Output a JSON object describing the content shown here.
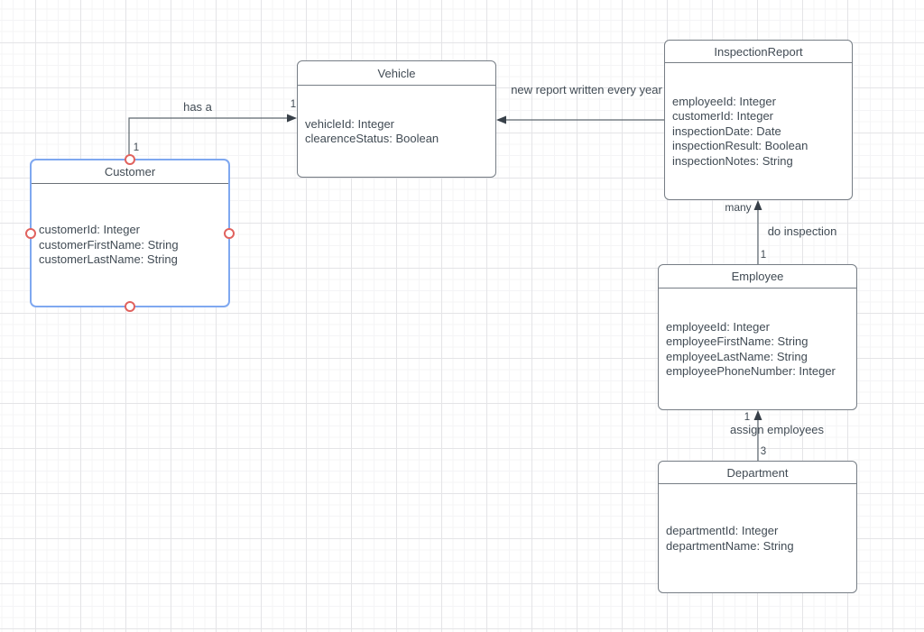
{
  "diagram": {
    "type": "uml-class-diagram",
    "classes": [
      {
        "title": "Customer",
        "attributes": [
          "customerId: Integer",
          "customerFirstName: String",
          "customerLastName: String"
        ],
        "selected": true
      },
      {
        "title": "Vehicle",
        "attributes": [
          "vehicleId: Integer",
          "clearenceStatus: Boolean"
        ],
        "selected": false
      },
      {
        "title": "InspectionReport",
        "attributes": [
          "employeeId: Integer",
          "customerId: Integer",
          "inspectionDate: Date",
          "inspectionResult: Boolean",
          "inspectionNotes: String"
        ],
        "selected": false
      },
      {
        "title": "Employee",
        "attributes": [
          "employeeId: Integer",
          "employeeFirstName: String",
          "employeeLastName: String",
          "employeePhoneNumber: Integer"
        ],
        "selected": false
      },
      {
        "title": "Department",
        "attributes": [
          "departmentId: Integer",
          "departmentName: String"
        ],
        "selected": false
      }
    ],
    "relationships": [
      {
        "label": "has a",
        "from": "Customer",
        "to": "Vehicle",
        "from_multiplicity": "1",
        "to_multiplicity": "1"
      },
      {
        "label": "new report written every year",
        "from": "InspectionReport",
        "to": "Vehicle"
      },
      {
        "label": "do inspection",
        "from": "Employee",
        "to": "InspectionReport",
        "from_multiplicity": "1",
        "to_multiplicity": "many"
      },
      {
        "label": "assign employees",
        "from": "Department",
        "to": "Employee",
        "from_multiplicity": "3",
        "to_multiplicity": "1"
      }
    ],
    "selection": {
      "selected_class": "Customer",
      "outline_color": "#7fa8f0",
      "handle_color": "#e0625e"
    }
  }
}
